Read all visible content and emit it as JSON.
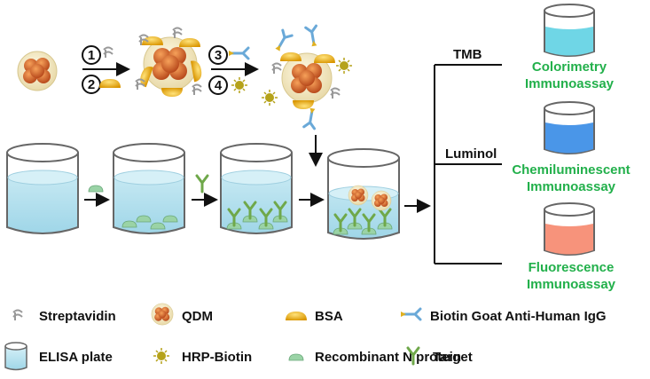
{
  "steps": [
    "1",
    "2",
    "3",
    "4"
  ],
  "detection": {
    "reagents": [
      "TMB",
      "Luminol"
    ],
    "assays": [
      {
        "line1": "Colorimetry",
        "line2": "Immunoassay",
        "color": "#6fd6e6"
      },
      {
        "line1": "Chemiluminescent",
        "line2": "Immunoassay",
        "color": "#4a96e8"
      },
      {
        "line1": "Fluorescence",
        "line2": "Immunoassay",
        "color": "#f7937b"
      }
    ],
    "label_color": "#22b04b"
  },
  "legend": {
    "streptavidin": "Streptavidin",
    "qdm": "QDM",
    "bsa": "BSA",
    "biotin_igg": "Biotin Goat Anti-Human IgG",
    "elisa_plate": "ELISA plate",
    "hrp_biotin": "HRP-Biotin",
    "n_protein": "Recombinant N protein",
    "target": "Target"
  },
  "colors": {
    "qdm_core": "#d9742e",
    "bsa": "#f2b818",
    "plate_fill": "#bfe6f0",
    "target": "#6fa84a",
    "n_protein": "#9ad3a6",
    "hrp": "#b5a21a",
    "igg": "#6aa9d8"
  }
}
